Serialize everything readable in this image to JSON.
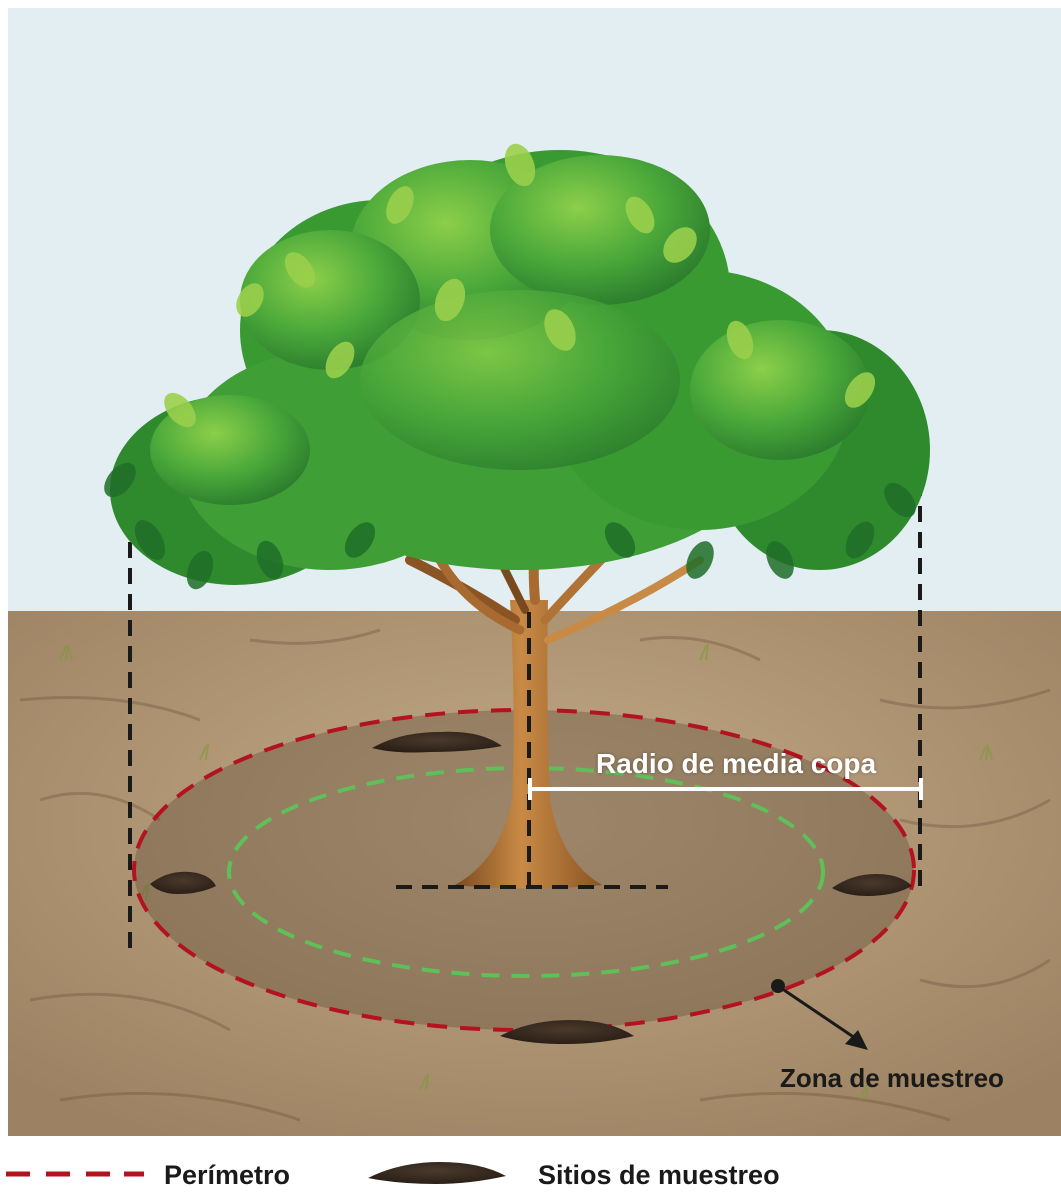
{
  "labels": {
    "radius": "Radio de media copa",
    "zone": "Zona de muestreo"
  },
  "legend": [
    {
      "label": "Perímetro",
      "symbol": "red-dashed-line-icon"
    },
    {
      "label": "Sitios de muestreo",
      "symbol": "soil-pile-icon"
    }
  ],
  "colors": {
    "sky": "#e2eef2",
    "soil": "#b39a76",
    "perimeter": "#b3121f",
    "inner_ring": "#5fc05a",
    "guide_lines": "#1a1a1a",
    "radius_line": "#ffffff",
    "foliage": "#3f9e36",
    "trunk": "#a86a30"
  }
}
